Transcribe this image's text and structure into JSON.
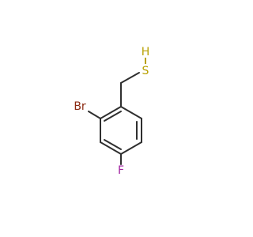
{
  "molecule": {
    "atoms": {
      "sulfur": {
        "symbol": "S",
        "color": "#b8a000"
      },
      "bromine": {
        "symbol": "Br",
        "color": "#8b2a12"
      },
      "fluorine": {
        "symbol": "F",
        "color": "#a020a0"
      }
    },
    "bond_color": "#2f2f2f"
  }
}
